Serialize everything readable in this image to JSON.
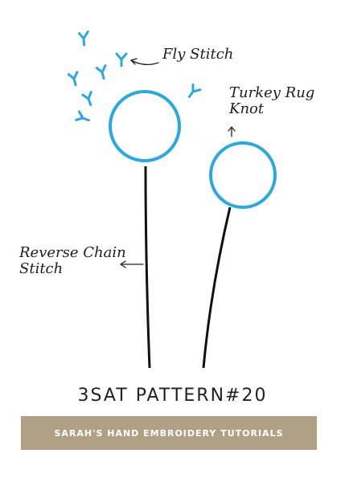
{
  "labels": {
    "fly_stitch": "Fly Stitch",
    "turkey_rug_knot_line1": "Turkey Rug",
    "turkey_rug_knot_line2": "Knot",
    "reverse_chain_stitch_line1": "Reverse Chain",
    "reverse_chain_stitch_line2": "Stitch"
  },
  "title": "3SAT PATTERN#20",
  "banner": "SARAH'S HAND EMBROIDERY TUTORIALS",
  "colors": {
    "stitch_blue": "#29a9e1",
    "stem": "#111111",
    "banner_bg": "#b0a184",
    "banner_text": "#ffffff"
  }
}
